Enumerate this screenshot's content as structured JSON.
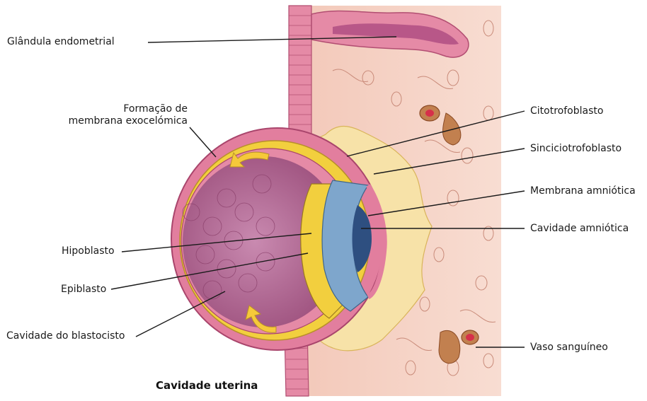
{
  "labels": {
    "glandula_endometrial": "Glândula endometrial",
    "formacao_line1": "Formação de",
    "formacao_line2": "membrana exocelómica",
    "hipoblasto": "Hipoblasto",
    "epiblasto": "Epiblasto",
    "cavidade_blastocisto": "Cavidade do blastocisto",
    "citotrofoblasto": "Citotrofoblasto",
    "sinciciotrofoblasto": "Sinciciotrofoblasto",
    "membrana_amniotica": "Membrana amniótica",
    "cavidade_amniotica": "Cavidade amniótica",
    "vaso_sanguineo": "Vaso sanguíneo"
  },
  "caption": "Cavidade uterina",
  "colors": {
    "endometrium": "#f6d3c6",
    "epithelium": "#e58aa6",
    "trophoblast_pink": "#e27e9e",
    "cytotrophoblast_yellow": "#f2cf3e",
    "syncytio": "#f7e2a8",
    "amnion_blue": "#7ea6cc",
    "blastocyst_cavity": "#b86a94",
    "arrow": "#f6c93a",
    "blood": "#d6304a"
  }
}
